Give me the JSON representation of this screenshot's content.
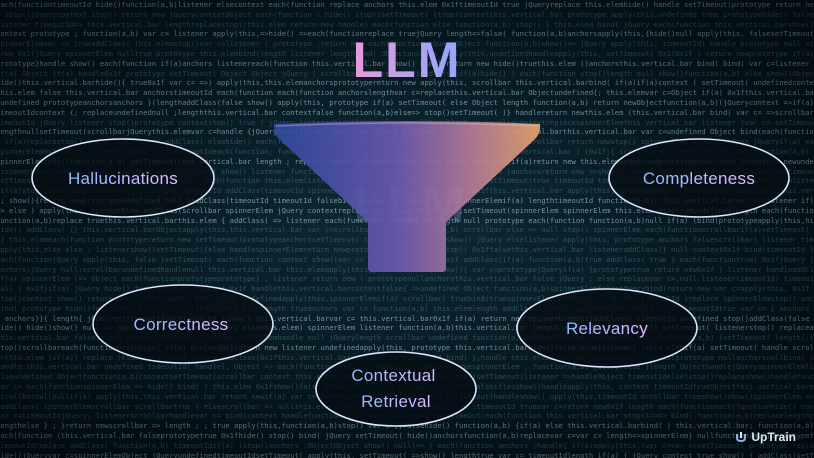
{
  "title": "LLM",
  "ovals": [
    {
      "id": "hallucinations",
      "label": "Hallucinations"
    },
    {
      "id": "completeness",
      "label": "Completeness"
    },
    {
      "id": "correctness",
      "label": "Correctness"
    },
    {
      "id": "relevancy",
      "label": "Relevancy"
    },
    {
      "id": "contextual-retrieval",
      "label": "Contextual\nRetrieval"
    }
  ],
  "logo": {
    "text": "UpTrain",
    "icon": "uptrain-logo-icon"
  },
  "colors": {
    "oval_stroke": "#dfe6ff",
    "oval_text_start": "#8fb8ff",
    "oval_text_end": "#e7b7ff",
    "funnel_left": "#2e4a9e",
    "funnel_mid": "#7a5fb0",
    "funnel_right": "#e8a46a",
    "title_start": "#e89bd7",
    "title_end": "#8fa8ff"
  }
}
